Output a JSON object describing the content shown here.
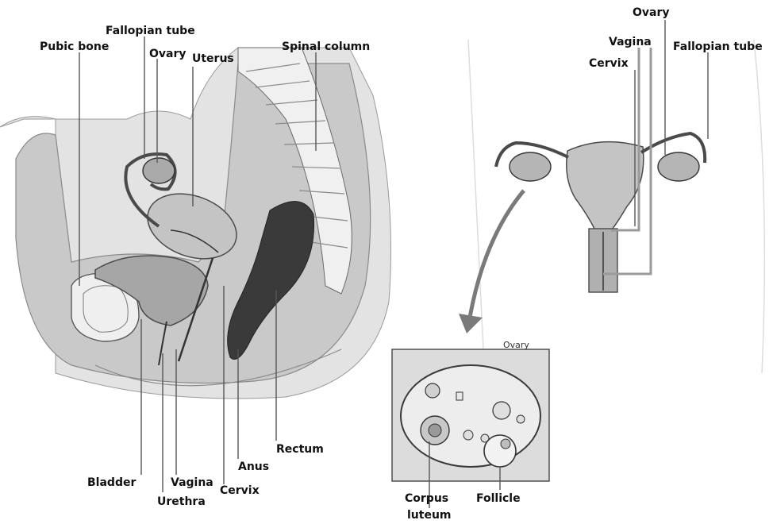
{
  "colors": {
    "body_grey": "#c9c9c9",
    "tissue": "#b8b8b8",
    "dark": "#4a4a4a",
    "rectum_dark": "#3a3a3a",
    "ovary_box": "#d9d9d9",
    "label": "#111111"
  },
  "sagittal": {
    "labels": {
      "pubic_bone": "Pubic bone",
      "fallopian_tube": "Fallopian tube",
      "ovary": "Ovary",
      "uterus": "Uterus",
      "spinal_column": "Spinal column",
      "bladder": "Bladder",
      "vagina": "Vagina",
      "urethra": "Urethra",
      "cervix": "Cervix",
      "anus": "Anus",
      "rectum": "Rectum"
    }
  },
  "frontal": {
    "labels": {
      "ovary": "Ovary",
      "vagina": "Vagina",
      "cervix": "Cervix",
      "fallopian_tube": "Fallopian tube"
    }
  },
  "ovary_inset": {
    "title": "Ovary",
    "labels": {
      "corpus_line1": "Corpus",
      "corpus_line2": "luteum",
      "follicle": "Follicle"
    }
  }
}
